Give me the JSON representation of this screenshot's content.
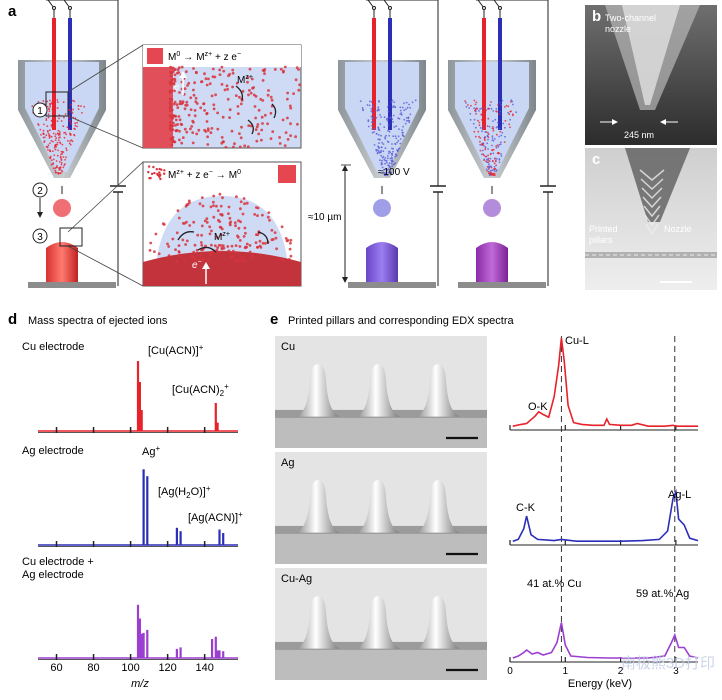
{
  "panels": {
    "a": {
      "label": "a",
      "eq_top_m": "M",
      "eq_top_sup": "0",
      "eq_top_rest": " + z e",
      "eq_top_ion": "M",
      "eq_top_ion_sup": "z+",
      "eq_bottom_ion": "M",
      "eq_bottom_ion_sup": "z+",
      "eq_bottom_rest": " + z e",
      "eq_bottom_product": "M",
      "eq_bottom_product_sup": "0",
      "ion_label": "M",
      "ion_label_sup": "z+",
      "electron": "e",
      "electron_sup": "−",
      "steps": [
        "1",
        "2",
        "3"
      ],
      "voltage": "≈100 V",
      "height": "≈10 µm"
    },
    "b": {
      "label": "b",
      "title_line1": "Two-channel",
      "title_line2": "nozzle",
      "scale": "245 nm"
    },
    "c": {
      "label": "c",
      "printed_line1": "Printed",
      "printed_line2": "pillars",
      "nozzle": "Nozzle"
    },
    "d": {
      "label": "d",
      "title": "Mass spectra of ejected ions"
    },
    "e": {
      "label": "e",
      "title": "Printed pillars and corresponding EDX spectra"
    }
  },
  "pillar_labels": [
    "Cu",
    "Ag",
    "Cu-Ag"
  ],
  "edx_annotations": {
    "cu_l": "Cu-L",
    "o_k": "O-K",
    "c_k": "C-K",
    "ag_l": "Ag-L",
    "cu_pct": "41 at.% Cu",
    "ag_pct": "59 at.% Ag"
  },
  "watermark": "南极熊3D打印",
  "colors": {
    "cu": "#e8222a",
    "ag": "#2b2fb8",
    "mix": "#9b3fd0",
    "electrolyte": "#c9d6f4"
  },
  "chart_data": [
    {
      "type": "bar",
      "title": "Mass spectra of ejected ions",
      "xlabel": "m/z",
      "xlim": [
        50,
        158
      ],
      "xticks": [
        60,
        80,
        100,
        120,
        140
      ],
      "series": [
        {
          "name": "Cu electrode",
          "color": "#e8222a",
          "x": [
            104,
            105,
            106,
            146,
            147
          ],
          "values": [
            1.0,
            0.7,
            0.3,
            0.4,
            0.12
          ],
          "annotations": [
            {
              "text": "[Cu(ACN)]",
              "sup": "+",
              "sub": ""
            },
            {
              "text": "[Cu(ACN)",
              "sub": "2",
              "sup": "+"
            }
          ]
        },
        {
          "name": "Ag electrode",
          "color": "#2b2fb8",
          "x": [
            107,
            109,
            125,
            127,
            148,
            150
          ],
          "values": [
            0.88,
            0.8,
            0.2,
            0.16,
            0.18,
            0.14
          ],
          "annotations": [
            {
              "text": "Ag",
              "sup": "+",
              "sub": ""
            },
            {
              "text": "[Ag(H",
              "sub": "2",
              "tail": "O)]",
              "sup": "+"
            },
            {
              "text": "[Ag(ACN)]",
              "sup": "+",
              "sub": ""
            }
          ]
        },
        {
          "name": "Cu electrode + Ag electrode",
          "label_lines": [
            "Cu electrode +",
            "Ag electrode"
          ],
          "color": "#9b3fd0",
          "x": [
            104,
            105,
            106,
            107,
            109,
            125,
            127,
            144,
            146,
            147,
            148,
            150
          ],
          "values": [
            0.7,
            0.52,
            0.32,
            0.33,
            0.37,
            0.12,
            0.14,
            0.25,
            0.28,
            0.1,
            0.1,
            0.09
          ]
        }
      ]
    },
    {
      "type": "line",
      "title": "Printed pillars and corresponding EDX spectra",
      "xlabel": "Energy (keV)",
      "xlim": [
        0,
        3.4
      ],
      "xticks": [
        0,
        1,
        2,
        3
      ],
      "xtick_labels": [
        "0",
        "1",
        "2",
        "3"
      ],
      "reference_lines": [
        0.93,
        2.98
      ],
      "series": [
        {
          "name": "Cu",
          "color": "#e8222a",
          "x": [
            0.05,
            0.2,
            0.3,
            0.45,
            0.52,
            0.6,
            0.7,
            0.8,
            0.88,
            0.93,
            0.98,
            1.05,
            1.15,
            1.3,
            1.5,
            1.7,
            1.75,
            1.8,
            2.0,
            2.2,
            2.3,
            2.5,
            2.8,
            2.95,
            3.0,
            3.2,
            3.4
          ],
          "values": [
            0.02,
            0.04,
            0.05,
            0.13,
            0.18,
            0.15,
            0.12,
            0.35,
            0.7,
            1.0,
            0.75,
            0.25,
            0.06,
            0.04,
            0.03,
            0.03,
            0.1,
            0.04,
            0.03,
            0.03,
            0.05,
            0.02,
            0.02,
            0.03,
            0.02,
            0.02,
            0.02
          ]
        },
        {
          "name": "Ag",
          "color": "#2b2fb8",
          "x": [
            0.05,
            0.15,
            0.25,
            0.3,
            0.38,
            0.5,
            0.8,
            0.93,
            1.2,
            1.6,
            2.0,
            2.4,
            2.7,
            2.85,
            2.95,
            3.0,
            3.05,
            3.15,
            3.25,
            3.4
          ],
          "values": [
            0.03,
            0.06,
            0.24,
            0.45,
            0.14,
            0.06,
            0.04,
            0.06,
            0.03,
            0.03,
            0.03,
            0.04,
            0.06,
            0.2,
            0.75,
            0.85,
            0.4,
            0.3,
            0.08,
            0.04
          ]
        },
        {
          "name": "Cu-Ag",
          "color": "#9b3fd0",
          "x": [
            0.05,
            0.15,
            0.25,
            0.3,
            0.4,
            0.5,
            0.6,
            0.75,
            0.85,
            0.93,
            1.0,
            1.1,
            1.4,
            1.8,
            2.2,
            2.5,
            2.8,
            2.92,
            2.98,
            3.05,
            3.15,
            3.25,
            3.4
          ],
          "values": [
            0.04,
            0.08,
            0.15,
            0.2,
            0.12,
            0.15,
            0.1,
            0.15,
            0.35,
            0.75,
            0.3,
            0.08,
            0.05,
            0.04,
            0.04,
            0.04,
            0.08,
            0.35,
            0.5,
            0.25,
            0.25,
            0.08,
            0.04
          ]
        }
      ]
    }
  ]
}
